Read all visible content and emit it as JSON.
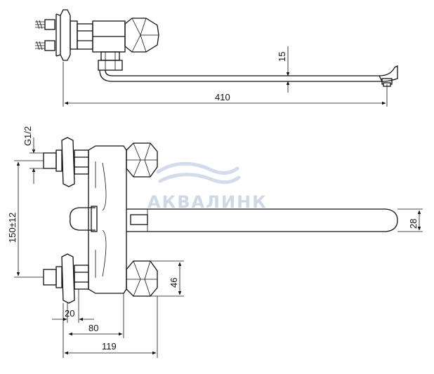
{
  "watermark": {
    "text": "АКВАЛИНК",
    "color": "#cfd8e6"
  },
  "dimensions": {
    "overall_length": "410",
    "spout_thickness": "15",
    "thread": "G1/2",
    "center_distance": "150±12",
    "spout_diameter": "28",
    "handle_height": "46",
    "inlet_offset": "20",
    "wall_to_body": "80",
    "wall_to_front": "119"
  },
  "colors": {
    "line": "#111111",
    "background": "#ffffff"
  }
}
